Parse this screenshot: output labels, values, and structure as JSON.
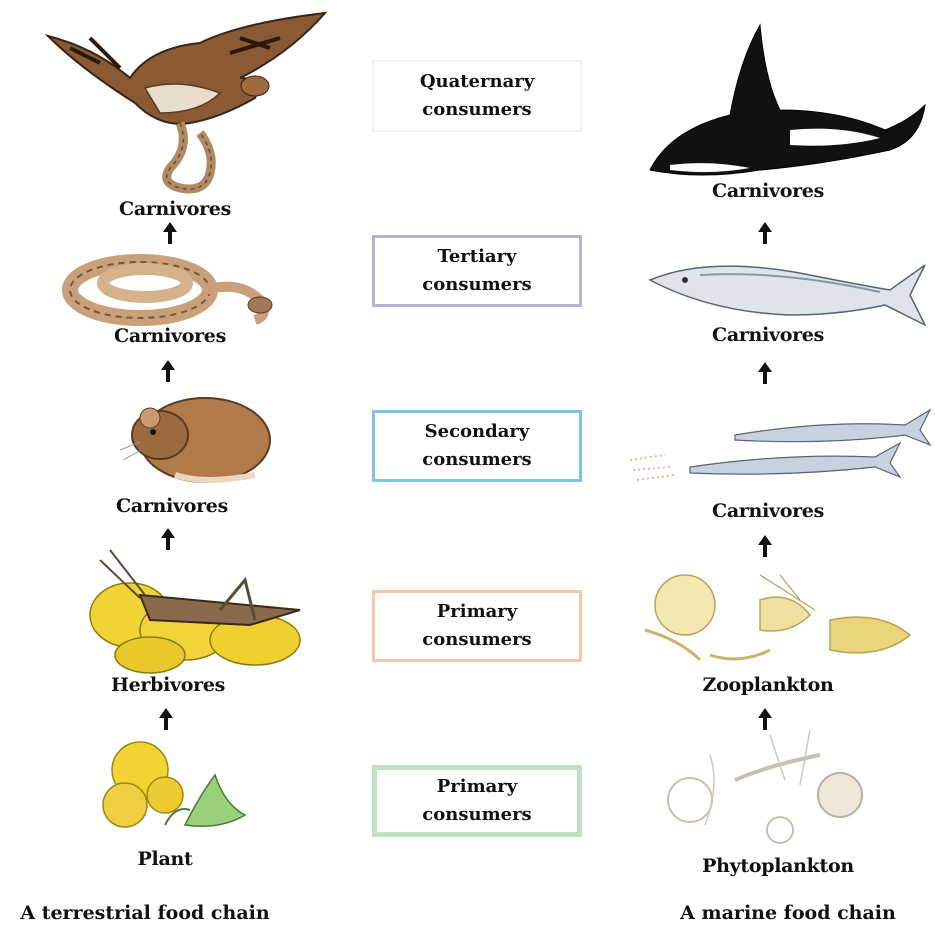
{
  "trophic_levels": [
    {
      "line1": "Quaternary",
      "line2": "consumers"
    },
    {
      "line1": "Tertiary",
      "line2": "consumers"
    },
    {
      "line1": "Secondary",
      "line2": "consumers"
    },
    {
      "line1": "Primary",
      "line2": "consumers"
    },
    {
      "line1": "Primary",
      "line2": "consumers"
    }
  ],
  "terrestrial": {
    "caption": "A terrestrial food chain",
    "labels": [
      "Carnivores",
      "Carnivores",
      "Carnivores",
      "Herbivores",
      "Plant"
    ]
  },
  "marine": {
    "caption": "A marine food chain",
    "labels": [
      "Carnivores",
      "Carnivores",
      "Carnivores",
      "Zooplankton",
      "Phytoplankton"
    ]
  }
}
